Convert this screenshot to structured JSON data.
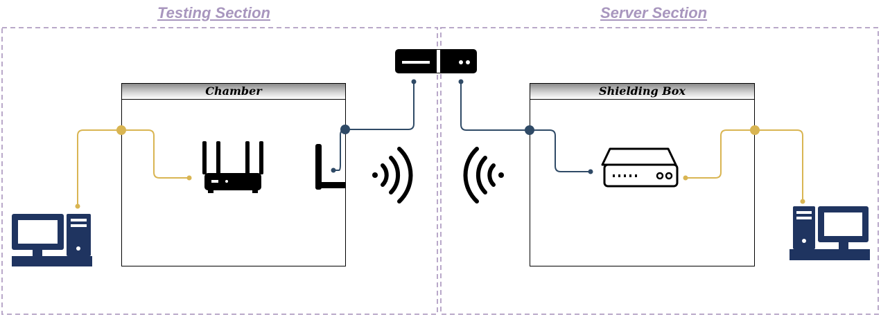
{
  "sections": {
    "testing": {
      "title": "Testing Section"
    },
    "server": {
      "title": "Server Section"
    }
  },
  "boxes": {
    "chamber": {
      "title": "Chamber"
    },
    "shielding": {
      "title": "Shielding Box"
    }
  },
  "colors": {
    "section_border": "#b9a8c9",
    "section_title": "#a896be",
    "cable_yellow": "#d9b552",
    "cable_blue": "#2f4a66",
    "computer": "#1f3460",
    "device": "#000000"
  },
  "icons": [
    "computer-icon",
    "router-icon",
    "antenna-icon",
    "wifi-signal-icon",
    "server-icon",
    "modem-icon"
  ]
}
